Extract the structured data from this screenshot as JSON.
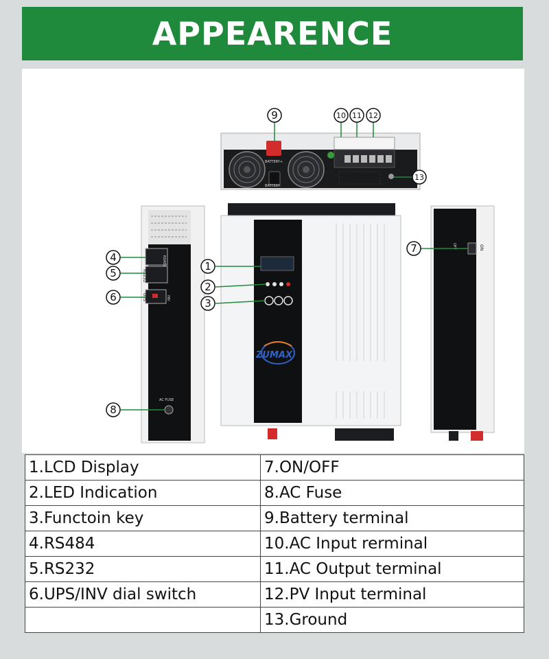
{
  "header": {
    "title": "APPEARENCE"
  },
  "device": {
    "brand": "ZUMAX",
    "labels": {
      "battery_pos": "BATTERY+",
      "battery_neg": "BATTERY-",
      "ac_fuse": "AC FUSE",
      "rs485": "RS485",
      "rs232": "RS232",
      "ups": "UPS",
      "inv": "INV",
      "off": "OFF",
      "on": "ON"
    }
  },
  "callouts": [
    "1",
    "2",
    "3",
    "4",
    "5",
    "6",
    "7",
    "8",
    "9",
    "10",
    "11",
    "12",
    "13"
  ],
  "legend": {
    "rows": [
      [
        "1.LCD Display",
        "7.ON/OFF"
      ],
      [
        "2.LED Indication",
        "8.AC Fuse"
      ],
      [
        "3.Functoin key",
        "9.Battery terminal"
      ],
      [
        "4.RS484",
        "10.AC Input rerminal"
      ],
      [
        "5.RS232",
        "11.AC Output terminal"
      ],
      [
        "6.UPS/INV dial switch",
        "12.PV Input terminal"
      ],
      [
        "",
        "13.Ground"
      ]
    ]
  },
  "colors": {
    "banner": "#1f8a3c",
    "callout_line": "#1f8a3c",
    "terminal_red": "#d22c2c",
    "brand_blue": "#2f63c6",
    "brand_orange": "#e77a23"
  }
}
